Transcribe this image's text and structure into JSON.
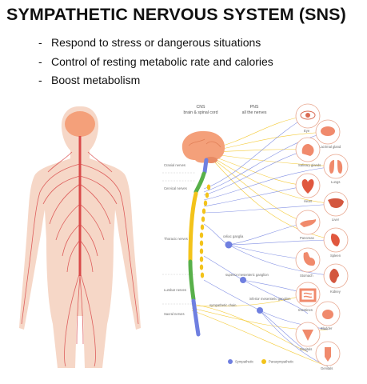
{
  "title": "SYMPATHETIC NERVOUS SYSTEM (SNS)",
  "bullets": [
    "Respond to stress or dangerous situations",
    "Control of resting metabolic rate and calories",
    "Boost metabolism"
  ],
  "diagram": {
    "cns_label": "CNS",
    "cns_sub": "brain & spinal cord",
    "pns_label": "PNS",
    "pns_sub": "all the nerves",
    "regions": [
      "Cranial nerves",
      "Cervical nerves",
      "Thoracic nerves",
      "Lumbar nerves",
      "Sacral nerves"
    ],
    "ganglia": [
      "celiac ganglia",
      "superior mesenteric ganglion",
      "inferior mesenteric ganglion",
      "sympathetic chain"
    ],
    "organs": [
      "Eye",
      "Lacrimal gland",
      "Salivary glands",
      "Lungs",
      "Heart",
      "Liver",
      "Pancreas",
      "Spleen",
      "Stomach",
      "Kidney",
      "Intestines",
      "Bladder",
      "Genitals",
      "Genitals"
    ],
    "legend": {
      "sympathetic": "Sympathetic",
      "parasympathetic": "Parasympathetic"
    },
    "colors": {
      "sympathetic": "#6f7fe0",
      "parasympathetic": "#f3c31a",
      "brain": "#f4a07a",
      "cervical": "#58b04a",
      "nerve": "#d94a4a",
      "skin": "#f6d7c7"
    }
  }
}
